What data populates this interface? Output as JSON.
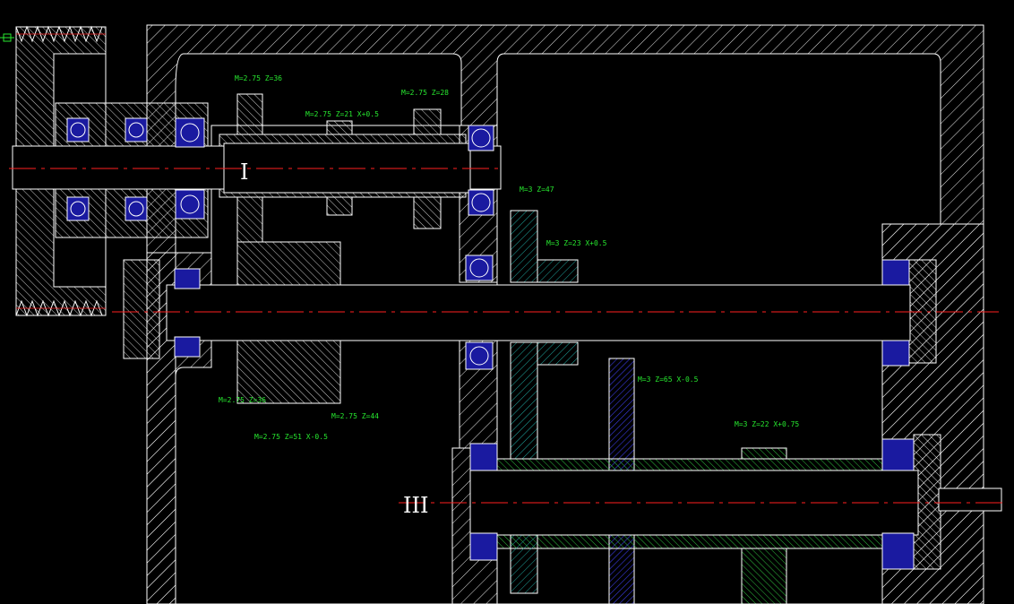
{
  "drawing": {
    "shaft_labels": [
      "I",
      "III"
    ],
    "gear_labels": [
      "M=2.75  Z=36",
      "M=2.75  Z=21  X+0.5",
      "M=2.75  Z=28",
      "M=3  Z=47",
      "M=3  Z=23  X+0.5",
      "M=2.75  Z=36",
      "M=2.75  Z=44",
      "M=2.75  Z=51  X-0.5",
      "M=3  Z=65  X-0.5",
      "M=3  Z=22  X+0.75"
    ]
  },
  "colors": {
    "background": "#000000",
    "outline": "#ffffff",
    "centerline": "#ff2020",
    "label": "#27e82f",
    "bearing": "#1a1aa0",
    "hatch_cyan": "#20a8a0",
    "hatch_green": "#2fbf3f",
    "hatch_blue": "#2a2ab8"
  }
}
